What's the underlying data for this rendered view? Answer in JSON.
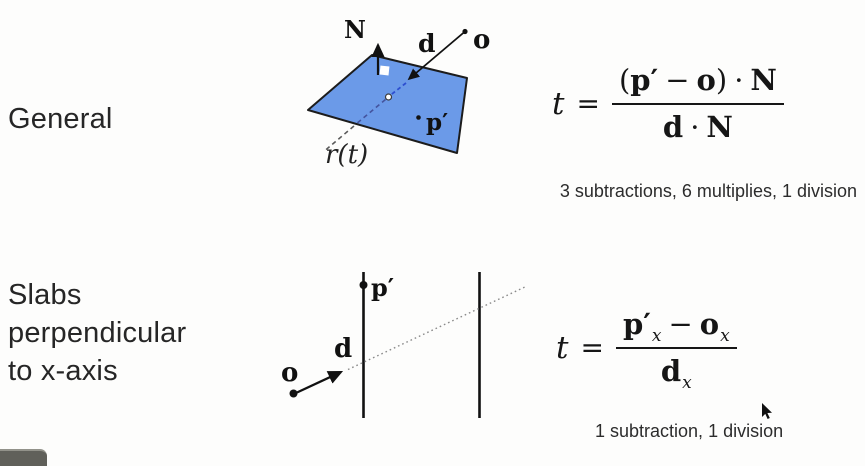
{
  "rows": {
    "general": {
      "title": "General"
    },
    "slabs": {
      "title": "Slabs\nperpendicular\nto x-axis"
    }
  },
  "diagram_general": {
    "plane_color": "#6b9ae8",
    "labels": {
      "normal": "N",
      "direction": "d",
      "origin": "o",
      "point": "p′",
      "ray": "r(t)"
    }
  },
  "formula_general": {
    "lhs": "t",
    "equals": "=",
    "num_open": "(",
    "num_p": "p′",
    "num_minus": "−",
    "num_o": "o",
    "num_close": ")",
    "num_dot": "·",
    "num_N": "N",
    "den_d": "d",
    "den_dot": "·",
    "den_N": "N",
    "cost": "3 subtractions, 6 multiplies, 1 division"
  },
  "diagram_slab": {
    "labels": {
      "point": "p′",
      "origin": "o",
      "direction": "d"
    }
  },
  "formula_slab": {
    "lhs": "t",
    "equals": "=",
    "num_p": "p′",
    "num_p_sub": "x",
    "num_minus": "−",
    "num_o": "o",
    "num_o_sub": "x",
    "den_d": "d",
    "den_d_sub": "x",
    "cost": "1 subtraction, 1 division"
  }
}
